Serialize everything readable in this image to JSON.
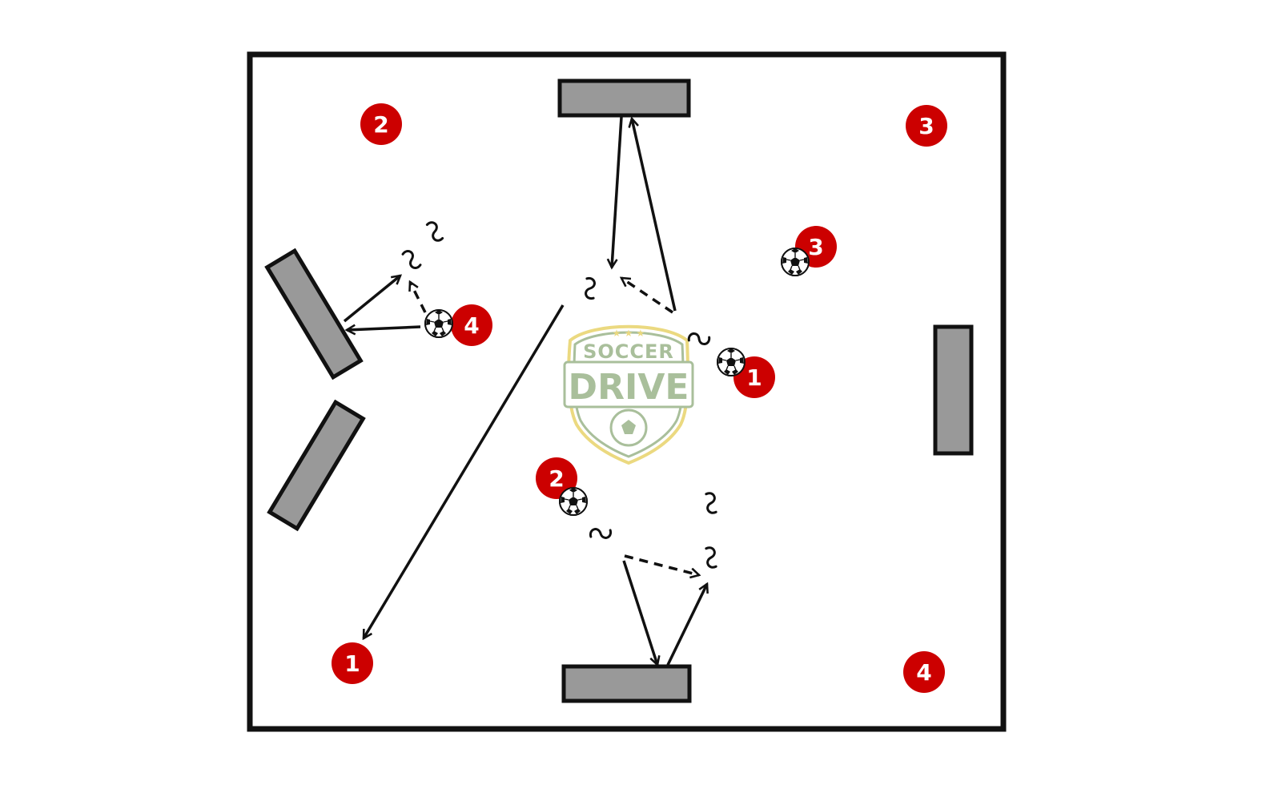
{
  "colors": {
    "player": "#cc0000",
    "player_text": "#ffffff",
    "cone": "#999999",
    "line": "#111111",
    "field_border": "#111111",
    "watermark_green": "#9bb58a",
    "watermark_gold": "#e8d36a"
  },
  "watermark": {
    "top_text": "SOCCER",
    "main_text": "DRIVE"
  },
  "players": [
    {
      "id": "corner-2",
      "label": "2"
    },
    {
      "id": "corner-3",
      "label": "3"
    },
    {
      "id": "corner-1",
      "label": "1"
    },
    {
      "id": "corner-4",
      "label": "4"
    },
    {
      "id": "dribbler-4",
      "label": "4"
    },
    {
      "id": "dribbler-3",
      "label": "3"
    },
    {
      "id": "dribbler-1",
      "label": "1"
    },
    {
      "id": "dribbler-2",
      "label": "2"
    }
  ],
  "icons": {
    "ball": "soccer-ball-icon",
    "dribble": "dribble-squiggle-icon"
  }
}
